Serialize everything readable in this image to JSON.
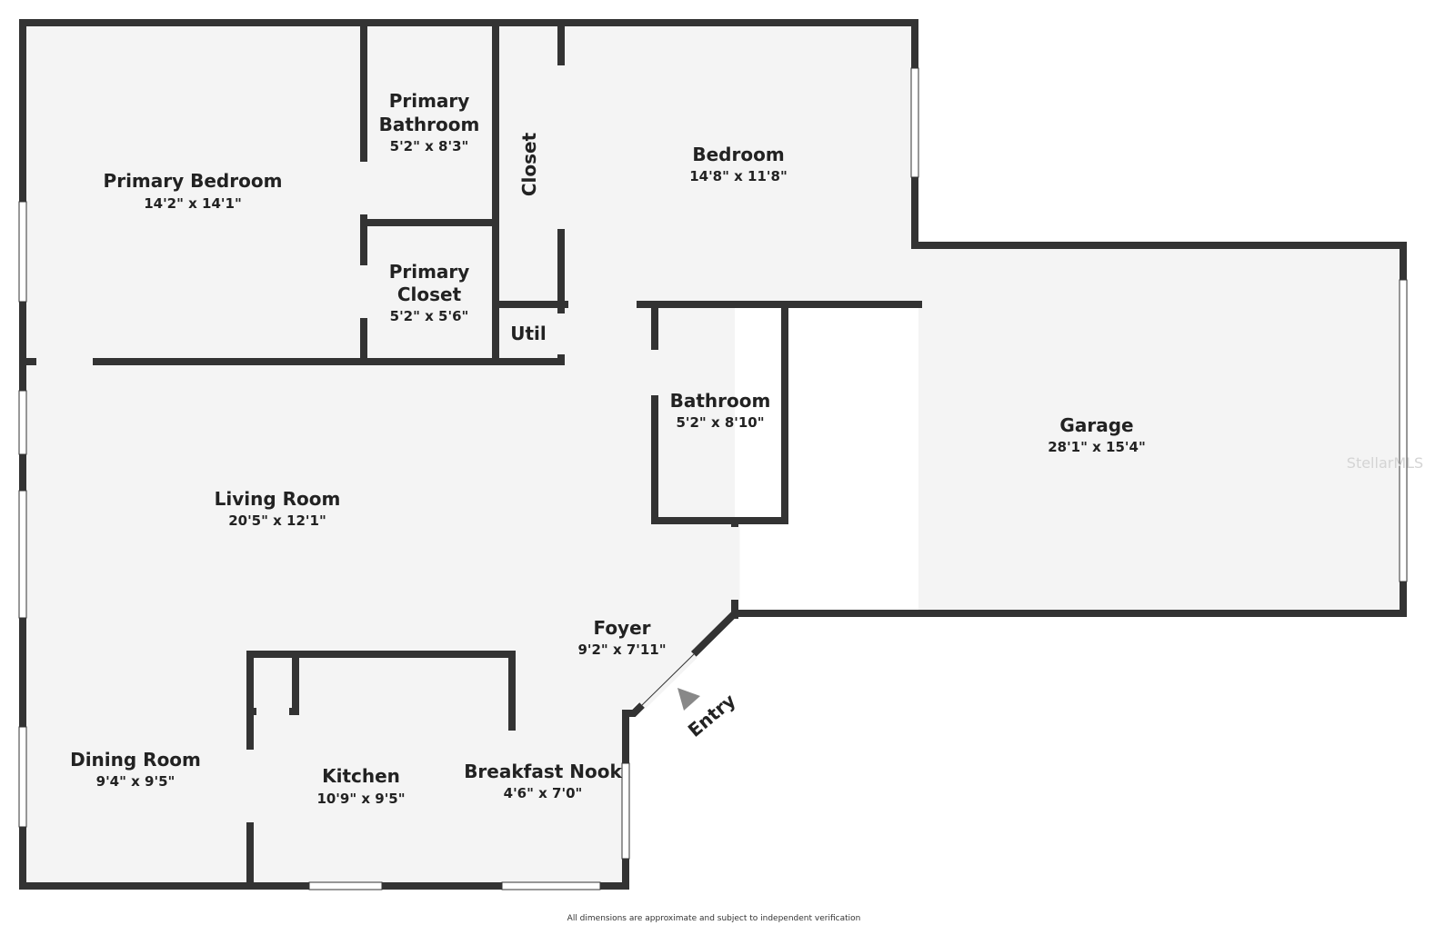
{
  "rooms": {
    "primary_bedroom": {
      "name": "Primary Bedroom",
      "dims": "14'2\" x 14'1\""
    },
    "primary_bathroom": {
      "name_line1": "Primary",
      "name_line2": "Bathroom",
      "dims": "5'2\" x 8'3\""
    },
    "primary_closet": {
      "name_line1": "Primary",
      "name_line2": "Closet",
      "dims": "5'2\" x 5'6\""
    },
    "closet": {
      "name": "Closet"
    },
    "util": {
      "name": "Util"
    },
    "bedroom": {
      "name": "Bedroom",
      "dims": "14'8\" x 11'8\""
    },
    "bathroom": {
      "name": "Bathroom",
      "dims": "5'2\" x 8'10\""
    },
    "garage": {
      "name": "Garage",
      "dims": "28'1\" x 15'4\""
    },
    "living_room": {
      "name": "Living Room",
      "dims": "20'5\" x 12'1\""
    },
    "foyer": {
      "name": "Foyer",
      "dims": "9'2\" x 7'11\""
    },
    "dining_room": {
      "name": "Dining Room",
      "dims": "9'4\" x 9'5\""
    },
    "kitchen": {
      "name": "Kitchen",
      "dims": "10'9\" x 9'5\""
    },
    "breakfast_nook": {
      "name": "Breakfast Nook",
      "dims": "4'6\" x 7'0\""
    }
  },
  "entry": {
    "label": "Entry",
    "arrow_icon": "triangle-arrow-icon"
  },
  "footer": {
    "disclaimer": "All dimensions are approximate and subject to independent verification"
  },
  "watermark": {
    "text": "StellarMLS"
  },
  "colors": {
    "wall": "#333333",
    "floor": "#f4f4f4",
    "background": "#ffffff"
  }
}
